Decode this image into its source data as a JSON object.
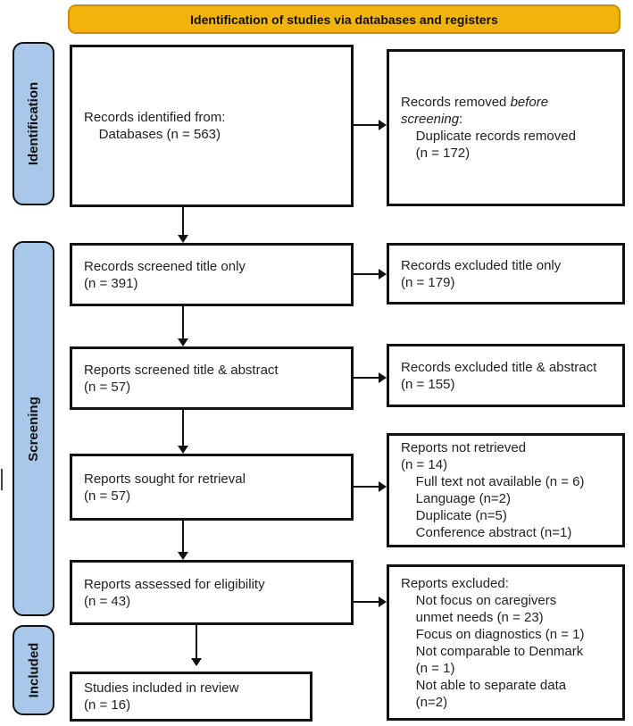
{
  "figure": {
    "type": "prisma-flow-diagram",
    "accent_colors": {
      "banner_fill": "#F2B40A",
      "banner_border": "#C98F00",
      "stage_fill": "#A9C8E9",
      "box_border": "#111111"
    }
  },
  "banner": {
    "label": "Identification of studies via databases and registers"
  },
  "stages": [
    {
      "label": "Identification"
    },
    {
      "label": "Screening"
    },
    {
      "label": "Included"
    }
  ],
  "left_boxes": [
    {
      "lines": [
        "Records identified from:",
        "    Databases (n = 563)"
      ]
    },
    {
      "lines": [
        "Records screened title only",
        "(n = 391)"
      ]
    },
    {
      "lines": [
        "Reports screened title & abstract",
        "(n = 57)"
      ]
    },
    {
      "lines": [
        "Reports sought for retrieval",
        "(n = 57)"
      ]
    },
    {
      "lines": [
        "Reports assessed for eligibility",
        "(n = 43)"
      ]
    },
    {
      "lines": [
        "Studies included in review",
        "(n = 16)"
      ]
    }
  ],
  "right_boxes": [
    {
      "prefix": "Records removed ",
      "italic": "before screening",
      "suffix": ":",
      "lines": [
        "    Duplicate records removed",
        "    (n = 172)"
      ]
    },
    {
      "lines": [
        "Records excluded title only",
        "(n = 179)"
      ]
    },
    {
      "lines": [
        "Records excluded title & abstract",
        "(n = 155)"
      ]
    },
    {
      "lines": [
        "Reports not retrieved",
        "(n = 14)",
        "    Full text not available (n = 6)",
        "    Language (n=2)",
        "    Duplicate (n=5)",
        "    Conference abstract (n=1)"
      ]
    },
    {
      "lines": [
        "Reports excluded:",
        "    Not focus on caregivers",
        "    unmet needs (n = 23)",
        "    Focus on diagnostics (n = 1)",
        "    Not comparable to Denmark",
        "    (n = 1)",
        "    Not able to separate data",
        "    (n=2)"
      ]
    }
  ]
}
